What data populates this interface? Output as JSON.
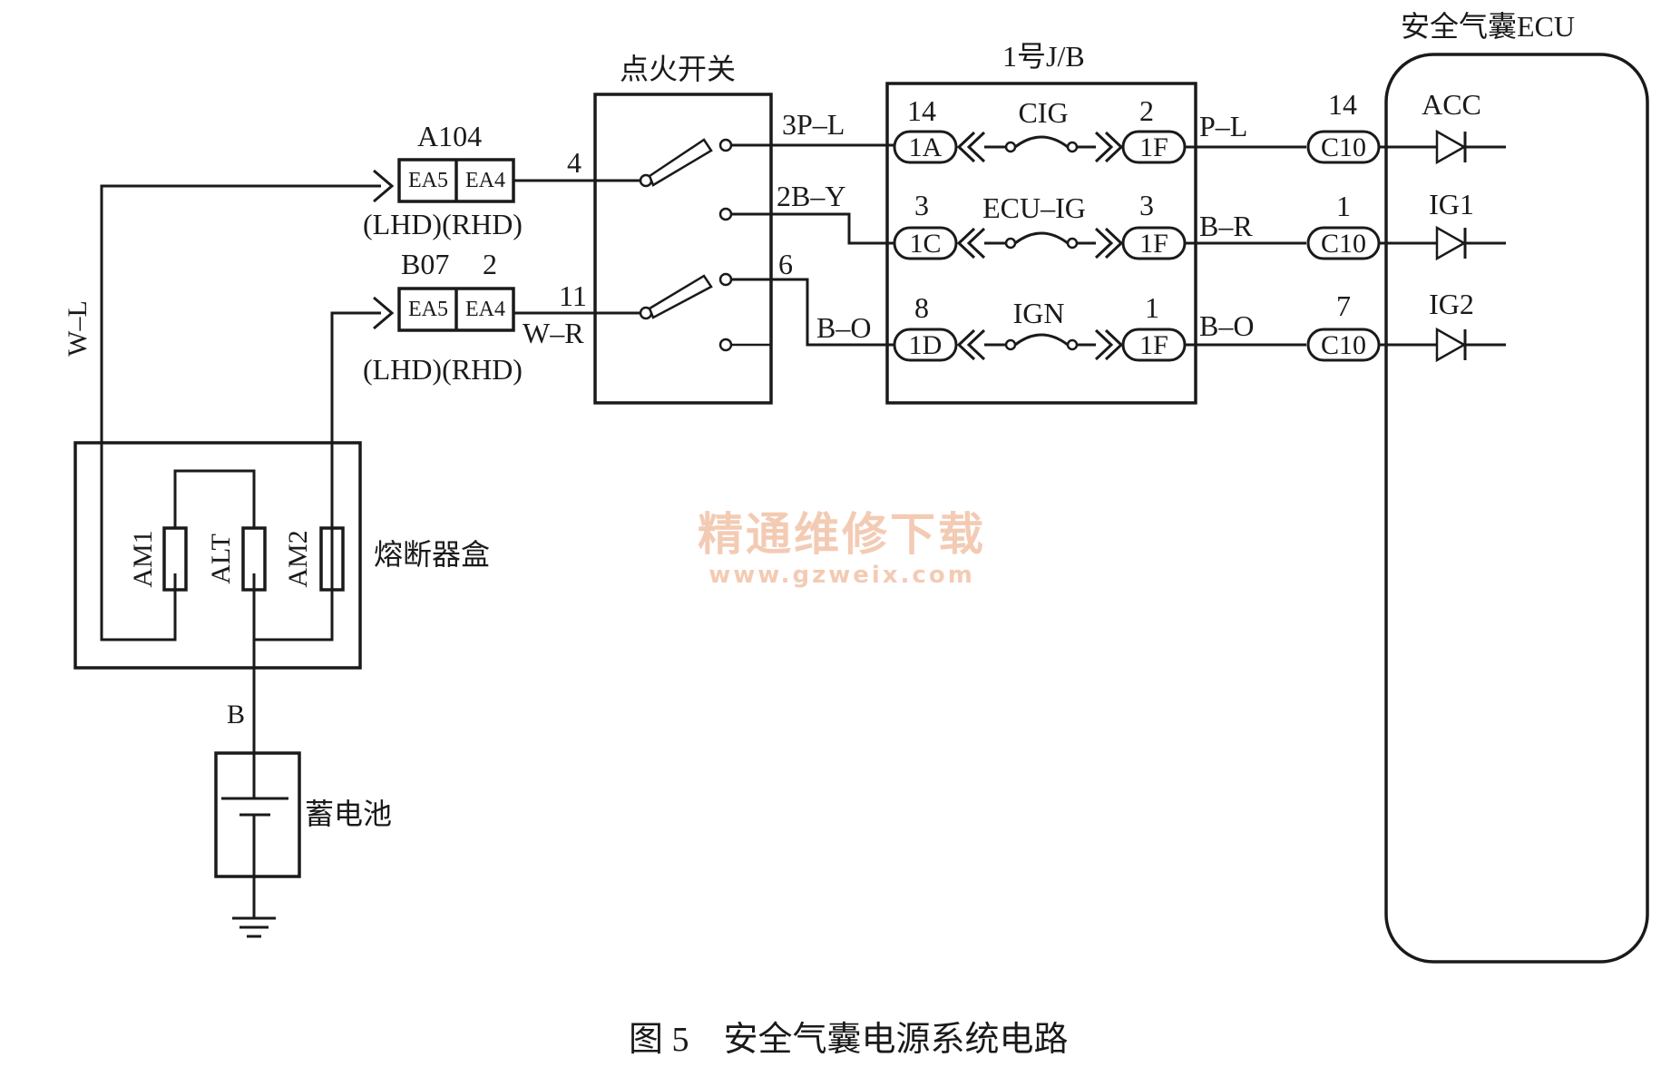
{
  "components": {
    "ignition_switch": "点火开关",
    "junction_block": "1号J/B",
    "airbag_ecu": "安全气囊ECU",
    "fuse_box": "熔断器盒",
    "battery": "蓄电池"
  },
  "connectors": {
    "a104": {
      "id": "A104",
      "pin_left": "EA5",
      "pin_right": "EA4",
      "note": "(LHD)(RHD)"
    },
    "b07": {
      "id": "B07",
      "num": "2",
      "pin_left": "EA5",
      "pin_right": "EA4",
      "note": "(LHD)(RHD)"
    }
  },
  "fuses": [
    "AM1",
    "ALT",
    "AM2"
  ],
  "switch_pins": [
    "4",
    "11",
    "6"
  ],
  "wires": {
    "w_l": "W–L",
    "w_r": "W–R",
    "b": "B",
    "p3_l": "3P–L",
    "b2_y": "2B–Y",
    "b_o_left": "B–O",
    "p_l": "P–L",
    "b_r": "B–R",
    "b_o_right": "B–O"
  },
  "jb_rows": [
    {
      "in_num": "14",
      "in_term": "1A",
      "fuse": "CIG",
      "out_num": "2",
      "out_term": "1F",
      "wire": "P–L",
      "ecu_num": "14",
      "ecu_term": "C10",
      "ecu_signal": "ACC"
    },
    {
      "in_num": "3",
      "in_term": "1C",
      "fuse": "ECU–IG",
      "out_num": "3",
      "out_term": "1F",
      "wire": "B–R",
      "ecu_num": "1",
      "ecu_term": "C10",
      "ecu_signal": "IG1"
    },
    {
      "in_num": "8",
      "in_term": "1D",
      "fuse": "IGN",
      "out_num": "1",
      "out_term": "1F",
      "wire": "B–O",
      "ecu_num": "7",
      "ecu_term": "C10",
      "ecu_signal": "IG2"
    }
  ],
  "caption": "图 5    安全气囊电源系统电路",
  "watermark": {
    "line1": "精通维修下载",
    "line2": "www.gzweix.com"
  }
}
